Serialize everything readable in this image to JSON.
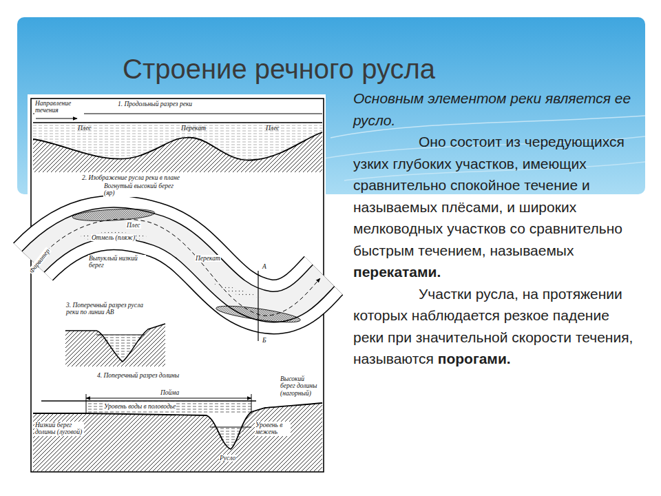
{
  "diagram": {
    "title": "Строение речного русла",
    "labels": [
      "Направление течения",
      "1. Продольный разрез реки",
      "Плес",
      "Перекат",
      "Плес",
      "2. Изображение русла реки в плане",
      "Вогнутый высокий берег (яр)",
      "Плес",
      "Отмель (пляж)",
      "Выпуклый низкий берег",
      "Фарватер",
      "Перекат",
      "А",
      "Б",
      "3. Поперечный разрез русла реки по линии АВ",
      "4. Поперечный разрез долины",
      "Пойма",
      "Уровень воды в половодье",
      "Высокий берег долины (нагорный)",
      "Низкий берег долины (луговой)",
      "Уровень в межень",
      "Русло",
      "Основным элементом реки является ее русло.",
      "Оно состоит из чередующихся узких глубоких участков, имеющих сравнительно спокойное течение и называемых плёсами, и широких мелководных участков со сравнительно быстрым течением, называемых",
      "перекатами.",
      "Участки русла, на протяжении которых наблюдается резкое падение реки при значительной скорости течения, называются",
      "порогами."
    ]
  }
}
